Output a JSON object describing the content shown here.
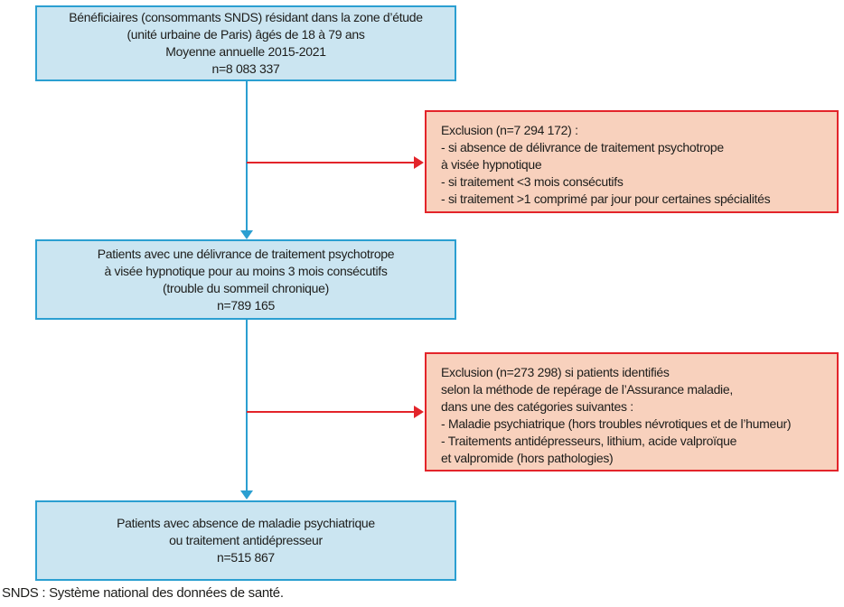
{
  "colors": {
    "blue_border": "#2b9fd1",
    "blue_fill": "#cbe5f1",
    "red_border": "#e3242a",
    "red_fill": "#f8d1bd",
    "text": "#1d1d1b"
  },
  "diagram": {
    "population_box": {
      "lines": [
        "Bénéficiaires (consommants SNDS) résidant dans la zone d’étude",
        "(unité urbaine de Paris) âgés de 18 à 79 ans",
        "Moyenne annuelle 2015-2021",
        "n=8 083 337"
      ]
    },
    "exclusion1_box": {
      "lines": [
        "Exclusion (n=7 294 172) :",
        "- si absence de délivrance de traitement psychotrope",
        "à visée hypnotique",
        "- si traitement <3 mois consécutifs",
        "- si traitement >1 comprimé par jour pour certaines spécialités"
      ]
    },
    "cohort_box": {
      "lines": [
        "Patients avec une délivrance de traitement psychotrope",
        "à visée hypnotique pour au moins 3 mois consécutifs",
        "(trouble du sommeil chronique)",
        "n=789 165"
      ]
    },
    "exclusion2_box": {
      "lines": [
        "Exclusion (n=273 298) si patients identifiés",
        "selon la méthode de repérage de l’Assurance maladie,",
        "dans une des catégories suivantes :",
        "- Maladie psychiatrique (hors troubles névrotiques et de l’humeur)",
        "- Traitements antidépresseurs, lithium, acide valproïque",
        "et valpromide (hors pathologies)"
      ]
    },
    "final_box": {
      "lines": [
        "Patients avec absence de maladie psychiatrique",
        "ou traitement antidépresseur",
        "n=515 867"
      ]
    }
  },
  "footnote": "SNDS : Système national des données de santé."
}
